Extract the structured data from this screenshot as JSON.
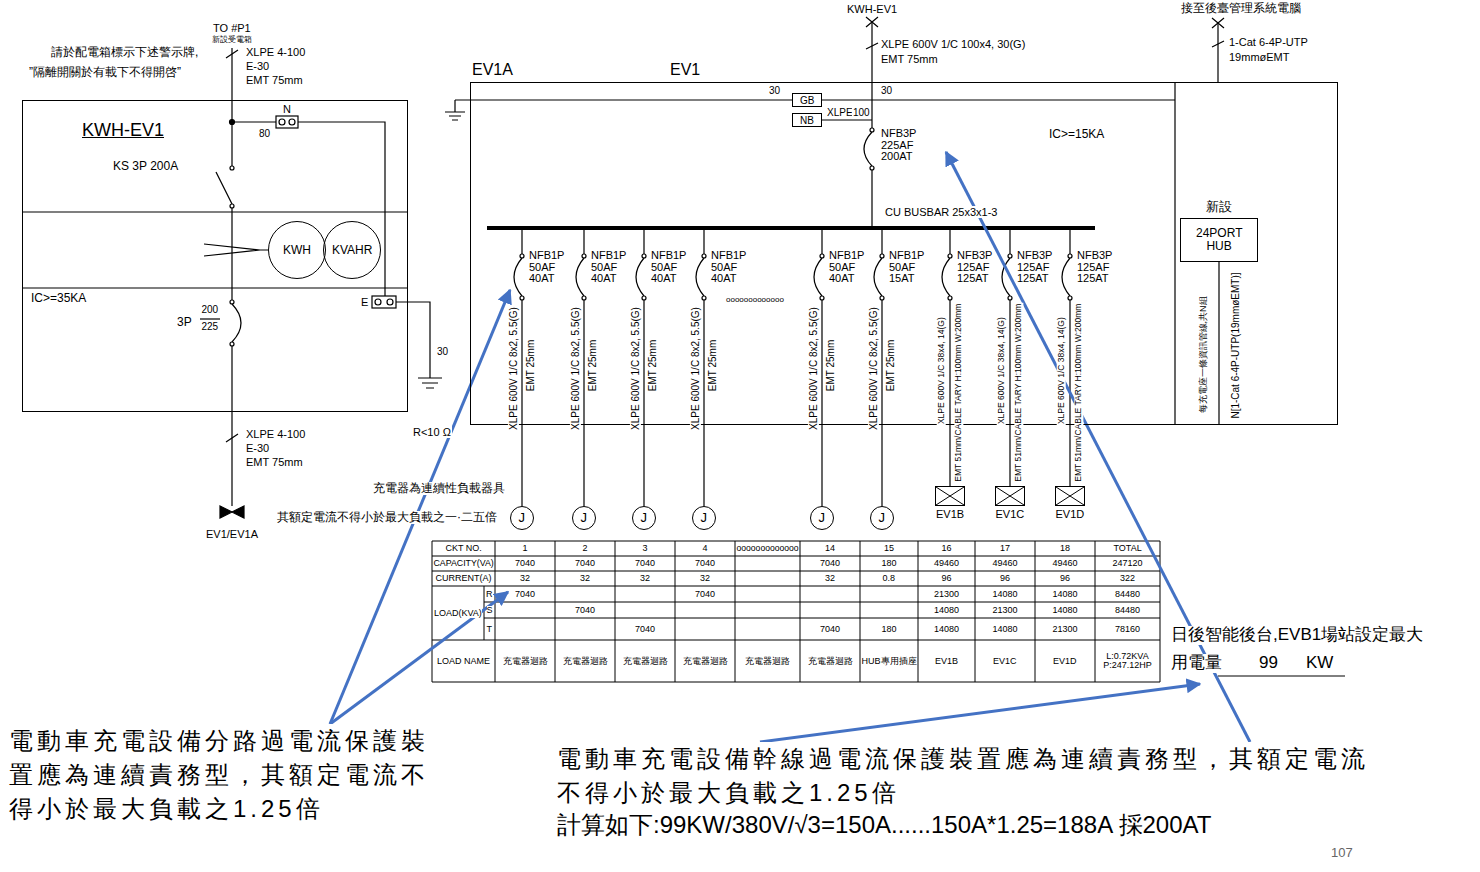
{
  "diagram": {
    "nodes": [
      {
        "text": [
          "KWH-EV1"
        ]
      },
      {
        "text": [
          "KWH"
        ],
        "in": 0
      },
      {
        "text": [
          "KVAHR"
        ],
        "in": 0
      },
      {
        "text": [
          "EV1A",
          "EV1"
        ]
      },
      {
        "text": [
          "GB"
        ],
        "in": 3
      },
      {
        "text": [
          "NB"
        ],
        "in": 3
      },
      {
        "text": [
          "新設",
          "24PORT HUB"
        ],
        "in": 3
      },
      {
        "text": [
          "J"
        ]
      },
      {
        "text": [
          "J"
        ]
      },
      {
        "text": [
          "J"
        ]
      },
      {
        "text": [
          "J"
        ]
      },
      {
        "text": [
          "J"
        ]
      },
      {
        "text": [
          "J"
        ]
      },
      {
        "text": [
          "EV1B"
        ]
      },
      {
        "text": [
          "EV1C"
        ]
      },
      {
        "text": [
          "EV1D"
        ]
      }
    ],
    "edges": [
      {
        "from": 3,
        "to": 7,
        "arrow": "none"
      },
      {
        "from": 3,
        "to": 8,
        "arrow": "none"
      },
      {
        "from": 3,
        "to": 9,
        "arrow": "none"
      },
      {
        "from": 3,
        "to": 10,
        "arrow": "none"
      },
      {
        "from": 3,
        "to": 11,
        "arrow": "none"
      },
      {
        "from": 3,
        "to": 12,
        "arrow": "none"
      },
      {
        "from": 3,
        "to": 13,
        "arrow": "none"
      },
      {
        "from": 3,
        "to": 14,
        "arrow": "none"
      },
      {
        "from": 3,
        "to": 15,
        "arrow": "none"
      }
    ],
    "labels": [
      "TO #P1",
      "新設受電箱",
      "請於配電箱標示下述警示牌,",
      "”隔離開關於有載下不得開啓”",
      "XLPE 4-100",
      "E-30",
      "EMT 75mm",
      "N",
      "80",
      "KS 3P 200A",
      "IC>=35KA",
      "3P",
      "200",
      "225",
      "E",
      "30",
      "R<10 Ω",
      "XLPE 4-100",
      "E-30",
      "EMT 75mm",
      "EV1/EV1A",
      "KWH-EV1",
      "接至後臺管理系統電腦",
      "XLPE 600V 1/C 100x4, 30(G)",
      "EMT 75mm",
      "1-Cat 6-4P-UTP",
      "19mmøEMT",
      "30",
      "30",
      "XLPE",
      "100",
      "NFB3P 225AF 200AT",
      "IC>=15KA",
      "CU BUSBAR 25x3x1-3",
      "NFB1P 50AF 40AT",
      "NFB1P 50AF 40AT",
      "NFB1P 50AF 40AT",
      "NFB1P 50AF 40AT",
      "ooooooooooooo",
      "NFB1P 50AF 40AT",
      "NFB1P 50AF 15AT",
      "NFB3P 125AF 125AT",
      "NFB3P 125AF 125AT",
      "NFB3P 125AF 125AT",
      "XLPE 600V 1/C 8x2, 5.5(G)",
      "EMT 25mm",
      "XLPE 600V 1/C 8x2, 5.5(G)",
      "EMT 25mm",
      "XLPE 600V 1/C 8x2, 5.5(G)",
      "EMT 25mm",
      "XLPE 600V 1/C 8x2, 5.5(G)",
      "EMT 25mm",
      "XLPE 600V 1/C 8x2, 5.5(G)",
      "EMT 25mm",
      "XLPE 600V 1/C 8x2, 5.5(G)",
      "EMT 25mm",
      "XLPE 600V 1/C 38x4, 14(G)",
      "EMT 51mm/CABLE TARY H:100mm W:200mm",
      "XLPE 600V 1/C 38x4, 14(G)",
      "EMT 51mm/CABLE TARY H:100mm W:200mm",
      "XLPE 600V 1/C 38x4, 14(G)",
      "EMT 51mm/CABLE TARY H:100mm W:200mm",
      "每充電座一條資訊管線,共N組",
      "N[1-Cat 6-4P-UTP(19mmøEMT)]",
      "充電器為連續性負載器具",
      "其額定電流不得小於最大負載之一·二五倍",
      "CKT NO.",
      "1",
      "2",
      "3",
      "4",
      "ooooooooooooo",
      "14",
      "15",
      "16",
      "17",
      "18",
      "TOTAL",
      "CAPACITY(VA)",
      "7040",
      "7040",
      "7040",
      "7040",
      "7040",
      "180",
      "49460",
      "49460",
      "49460",
      "247120",
      "CURRENT(A)",
      "32",
      "32",
      "32",
      "32",
      "32",
      "0.8",
      "96",
      "96",
      "96",
      "322",
      "LOAD(KVA)",
      "R",
      "7040",
      "7040",
      "21300",
      "14080",
      "14080",
      "84480",
      "S",
      "7040",
      "14080",
      "21300",
      "14080",
      "84480",
      "T",
      "7040",
      "7040",
      "180",
      "14080",
      "14080",
      "21300",
      "78160",
      "LOAD NAME",
      "充電器迴路",
      "充電器迴路",
      "充電器迴路",
      "充電器迴路",
      "充電器迴路",
      "充電器迴路",
      "HUB專用插座",
      "EV1B",
      "EV1C",
      "EV1D",
      "L:0.72KVA P:247.12HP",
      "日後智能後台,EVB1場站設定最大",
      "用電量",
      "99",
      "KW",
      "電動車充電設備分路過電流保護裝置應為連續責務型，其額定電流不得小於最大負載之1.25倍",
      "電動車充電設備幹線過電流保護裝置應為連續責務型，其額定電流不得小於最大負載之1.25倍",
      "計算如下:99KW/380V/√3=150A......150A*1.25=188A 採200AT",
      "107"
    ]
  }
}
